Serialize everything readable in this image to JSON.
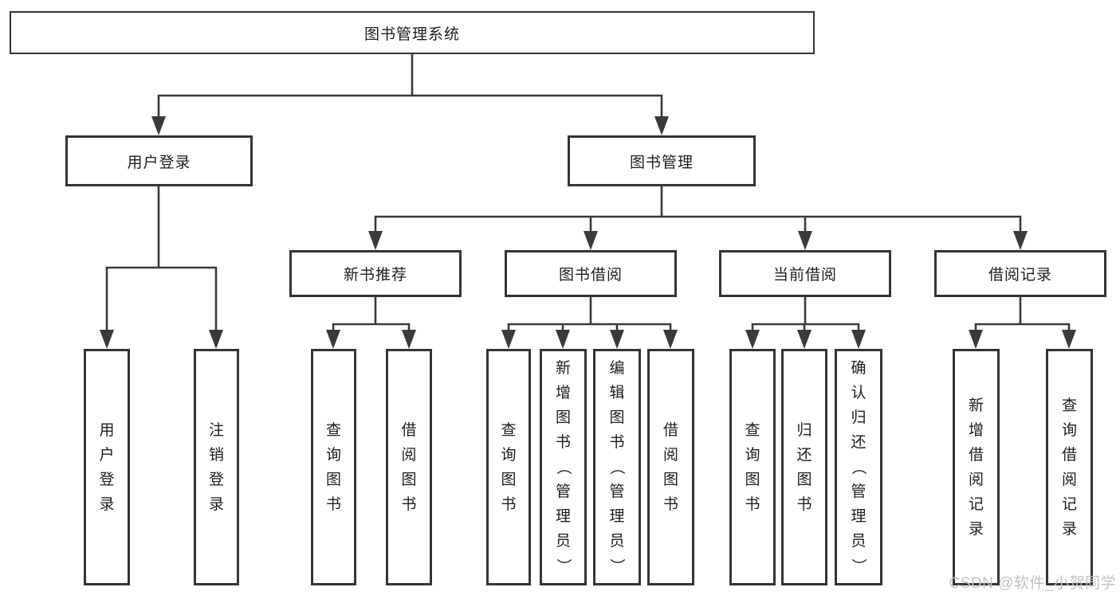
{
  "tree": {
    "label": "图书管理系统",
    "children": [
      {
        "label": "用户登录",
        "children": [
          {
            "label": "用户登录"
          },
          {
            "label": "注销登录"
          }
        ]
      },
      {
        "label": "图书管理",
        "children": [
          {
            "label": "新书推荐",
            "children": [
              {
                "label": "查询图书"
              },
              {
                "label": "借阅图书"
              }
            ]
          },
          {
            "label": "图书借阅",
            "children": [
              {
                "label": "查询图书"
              },
              {
                "label": "新增图书（管理员）"
              },
              {
                "label": "编辑图书（管理员）"
              },
              {
                "label": "借阅图书"
              }
            ]
          },
          {
            "label": "当前借阅",
            "children": [
              {
                "label": "查询图书"
              },
              {
                "label": "归还图书"
              },
              {
                "label": "确认归还（管理员）"
              }
            ]
          },
          {
            "label": "借阅记录",
            "children": [
              {
                "label": "新增借阅记录"
              },
              {
                "label": "查询借阅记录"
              }
            ]
          }
        ]
      }
    ]
  },
  "watermark": "CSDN @软件_小贺同学",
  "colors": {
    "line": "#3a3a3a",
    "box_border": "#343434",
    "text": "#1d1d1d",
    "watermark": "#c2c2c2",
    "background": "#ffffff"
  }
}
